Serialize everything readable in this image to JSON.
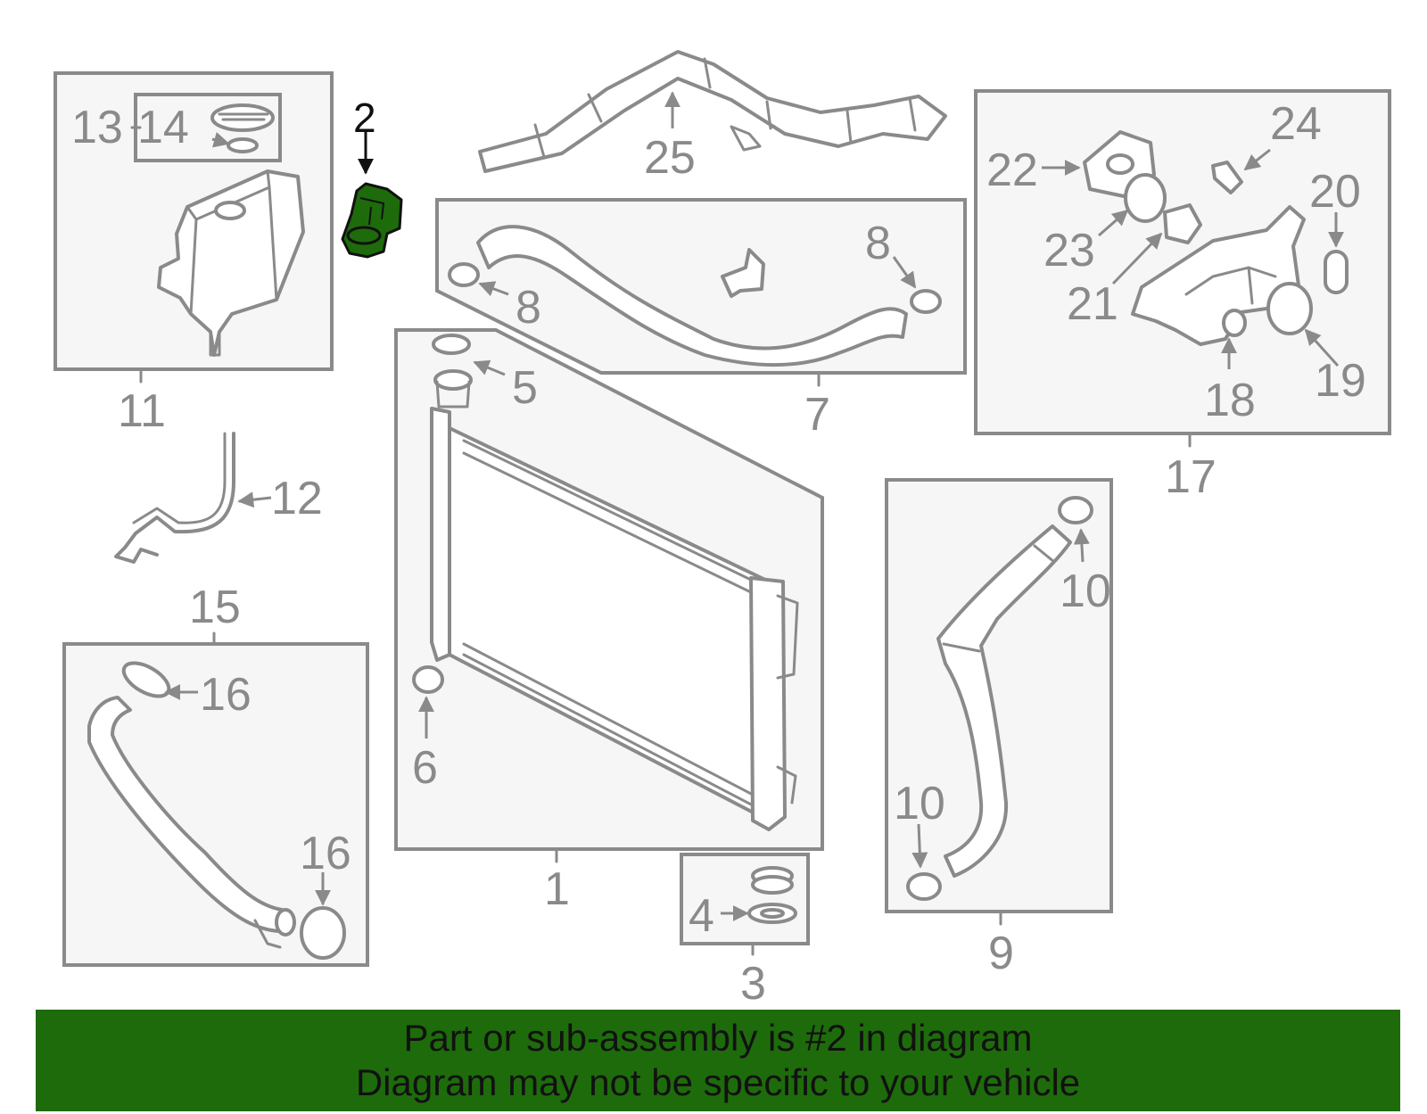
{
  "labels": {
    "l1": "1",
    "l2": "2",
    "l3": "3",
    "l4": "4",
    "l5": "5",
    "l6": "6",
    "l7": "7",
    "l8a": "8",
    "l8b": "8",
    "l9": "9",
    "l10a": "10",
    "l10b": "10",
    "l11": "11",
    "l12": "12",
    "l13": "13",
    "l14": "14",
    "l15": "15",
    "l16a": "16",
    "l16b": "16",
    "l17": "17",
    "l18": "18",
    "l19": "19",
    "l20": "20",
    "l21": "21",
    "l22": "22",
    "l23": "23",
    "l24": "24",
    "l25": "25"
  },
  "highlighted_part": "2",
  "footer": {
    "line1": "Part or sub-assembly is #2 in diagram",
    "line2": "Diagram may not be specific to your vehicle"
  },
  "colors": {
    "highlight": "#1e6b0b",
    "line_gray": "#8a8a8a",
    "box_fill": "#f6f6f6"
  }
}
